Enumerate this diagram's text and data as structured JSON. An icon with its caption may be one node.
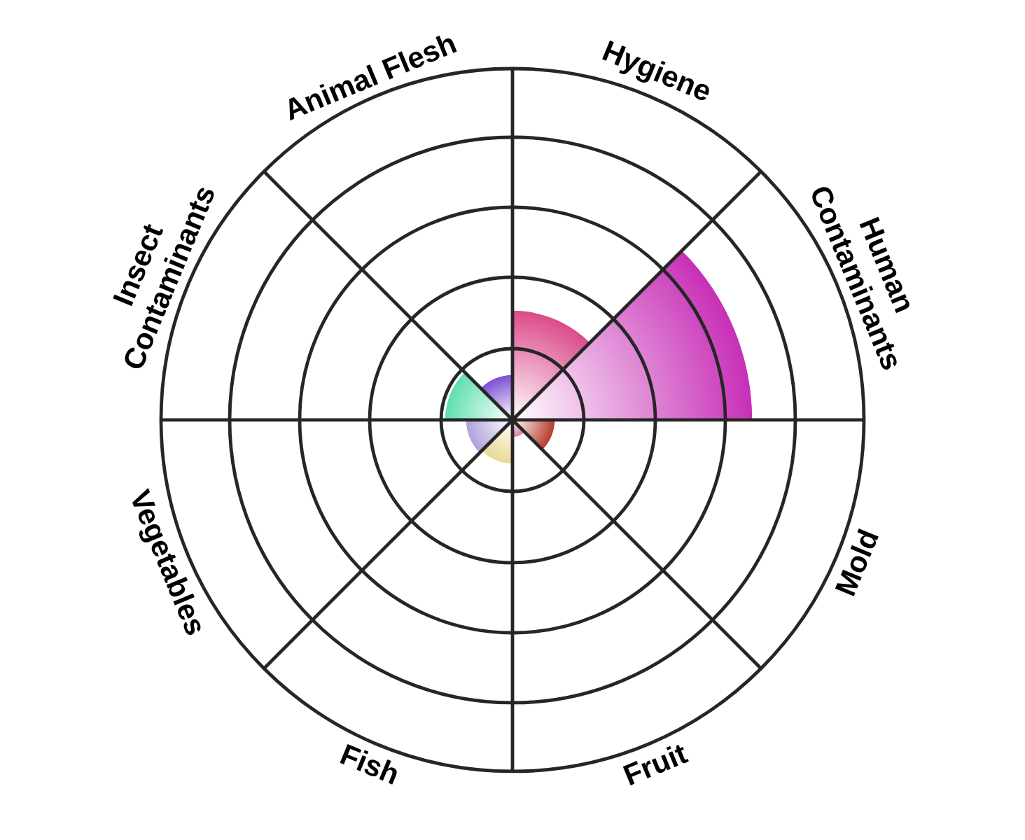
{
  "diagram": {
    "labels": [
      "Animal Flesh",
      "Hygiene",
      "Insect Contaminants",
      "Human Contaminants",
      "Vegetables",
      "Mold",
      "Fish",
      "Fruit"
    ]
  }
}
